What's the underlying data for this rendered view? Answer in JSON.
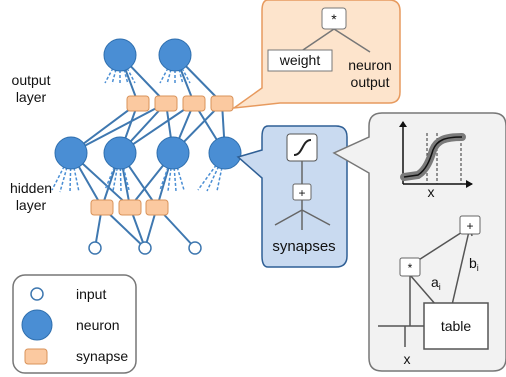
{
  "layers": {
    "output": "output\nlayer",
    "hidden": "hidden\nlayer"
  },
  "synapse_callout": {
    "op": "*",
    "weight": "weight",
    "output": "neuron\noutput"
  },
  "neuron_callout": {
    "sum": "+",
    "label": "synapses"
  },
  "detail_callout": {
    "x_top": "x",
    "plus": "+",
    "star": "*",
    "a": "a",
    "b": "b",
    "sub": "i",
    "table": "table",
    "x_bottom": "x"
  },
  "legend": {
    "input": "input",
    "neuron": "neuron",
    "synapse": "synapse"
  },
  "colors": {
    "neuron": "#4a8ed4",
    "neuron_stroke": "#2f6fae",
    "synapse": "#fbc9a0",
    "synapse_stroke": "#d9935a",
    "line": "#3f78b0",
    "orange_panel": "#fde4cc",
    "orange_stroke": "#e79a5e",
    "blue_panel": "#c9daf0",
    "blue_stroke": "#2f5f95",
    "gray_panel": "#f2f2f2",
    "gray_stroke": "#777777"
  }
}
